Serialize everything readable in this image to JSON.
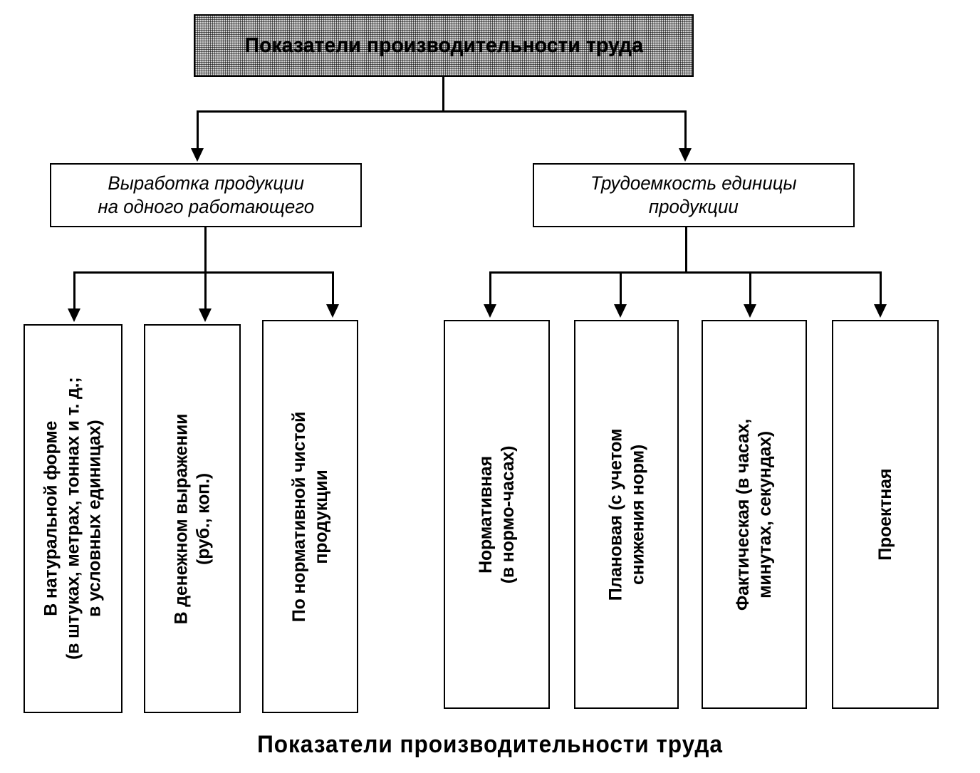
{
  "diagram": {
    "title": "Показатели производительности труда",
    "caption": "Показатели  производительности  труда",
    "level2": {
      "left": "Выработка продукции\nна одного работающего",
      "right": "Трудоемкость единицы\nпродукции"
    },
    "level3": {
      "left": [
        "В натуральной форме\n(в штуках, метрах, тоннах и т. д.;\nв условных единицах)",
        "В денежном выражении\n(руб., коп.)",
        "По нормативной чистой\nпродукции"
      ],
      "right": [
        "Нормативная\n(в нормо-часах)",
        "Плановая (с учетом\nснижения норм)",
        "Фактическая (в часах,\nминутах, секундах)",
        "Проектная"
      ]
    },
    "colors": {
      "line": "#000000",
      "title_fill": "#d2d2d2",
      "box_fill": "#ffffff"
    }
  }
}
